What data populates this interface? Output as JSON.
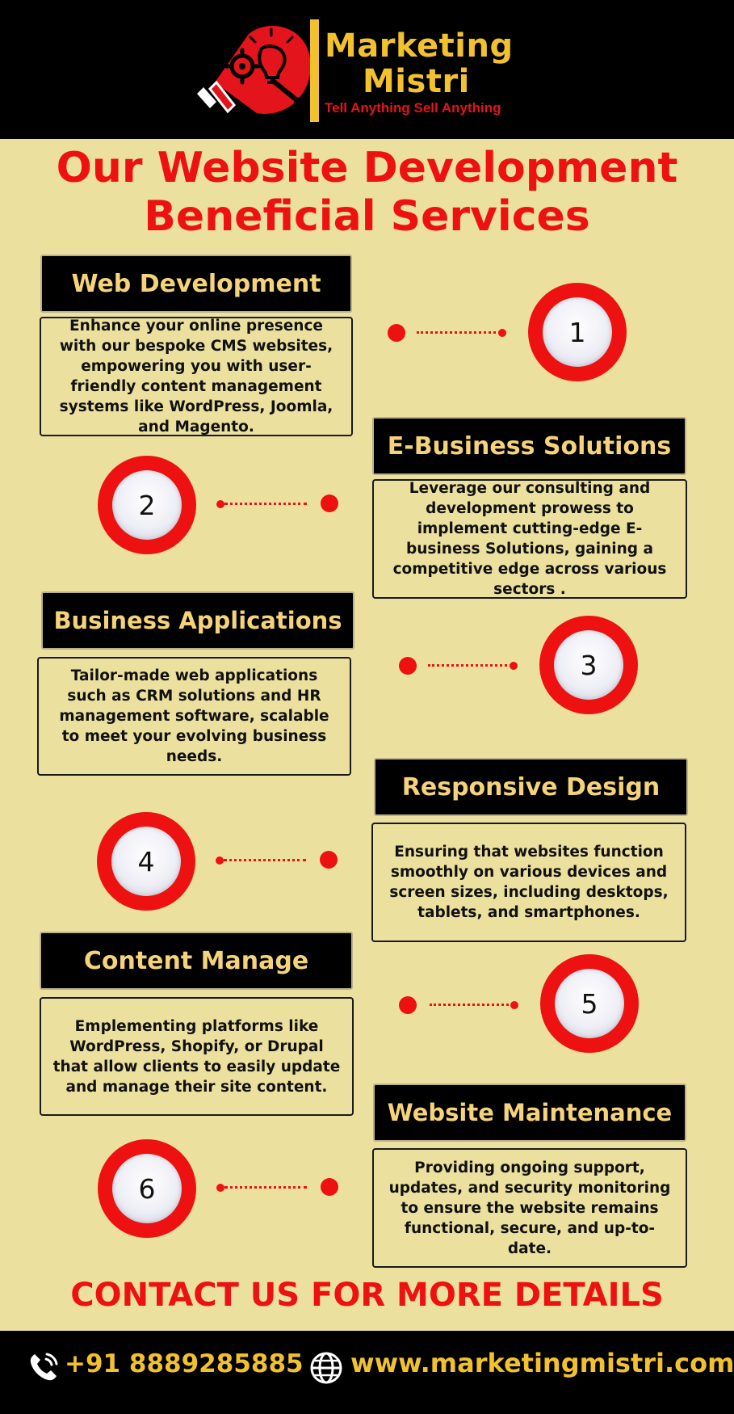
{
  "brand": {
    "name_line1": "Marketing",
    "name_line2": "Mistri",
    "tagline": "Tell Anything Sell Anything",
    "accent_color": "#f2c12e",
    "red_color": "#ee1111"
  },
  "title": {
    "line1": "Our Website Development",
    "line2": "Beneficial Services"
  },
  "services": [
    {
      "number": "1",
      "title": "Web Development",
      "description": "Enhance your online presence with our bespoke CMS websites, empowering you with user-friendly content management systems like WordPress, Joomla, and Magento."
    },
    {
      "number": "2",
      "title": "E-Business Solutions",
      "description": "Leverage our consulting and development prowess to implement cutting-edge E-business Solutions, gaining a competitive edge across various sectors ."
    },
    {
      "number": "3",
      "title": "Business Applications",
      "description": "Tailor-made web applications such as CRM solutions and HR management software, scalable to meet your evolving business needs."
    },
    {
      "number": "4",
      "title": "Responsive Design",
      "description": "Ensuring that websites function smoothly on various devices and screen sizes, including desktops, tablets, and smartphones."
    },
    {
      "number": "5",
      "title": "Content Manage",
      "description": "Emplementing platforms like WordPress, Shopify, or Drupal that allow clients to easily update and manage their site content."
    },
    {
      "number": "6",
      "title": "Website Maintenance",
      "description": "Providing ongoing support, updates, and security monitoring to ensure the website remains functional, secure, and up-to-date."
    }
  ],
  "contact": {
    "cta": "CONTACT US FOR MORE DETAILS",
    "phone": "+91 8889285885",
    "website": "www.marketingmistri.com",
    "phone_icon": "phone-icon",
    "globe_icon": "globe-icon"
  }
}
